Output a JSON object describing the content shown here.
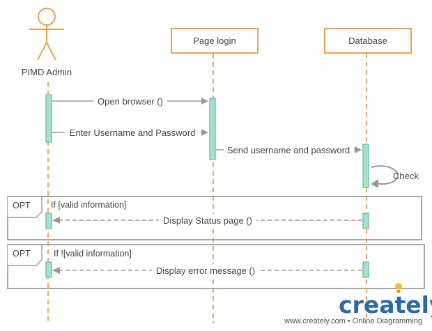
{
  "diagram": {
    "actor": {
      "label": "PIMD Admin"
    },
    "lifelines": [
      {
        "label": "Page login"
      },
      {
        "label": "Database"
      }
    ],
    "messages": [
      {
        "label": "Open browser ()"
      },
      {
        "label": "Enter Username and Password"
      },
      {
        "label": "Send username and password"
      },
      {
        "label": "Check"
      },
      {
        "label": "Display Status page ()"
      },
      {
        "label": "Display error message ()"
      }
    ],
    "fragments": [
      {
        "operator": "OPT",
        "guard": "If [valid information]"
      },
      {
        "operator": "OPT",
        "guard": "If ![valid information]"
      }
    ]
  },
  "branding": {
    "logo_text": "creately",
    "tagline": "www.creately.com • Online Diagramming"
  },
  "colors": {
    "actor": "#f0a050",
    "lifeline": "#e8a050",
    "activation_fill": "#a8e0d0",
    "activation_stroke": "#5fb8a0",
    "arrow": "#999999",
    "fragment_border": "#888888",
    "brand": "#2b6aa6",
    "bulb": "#f2c037"
  }
}
